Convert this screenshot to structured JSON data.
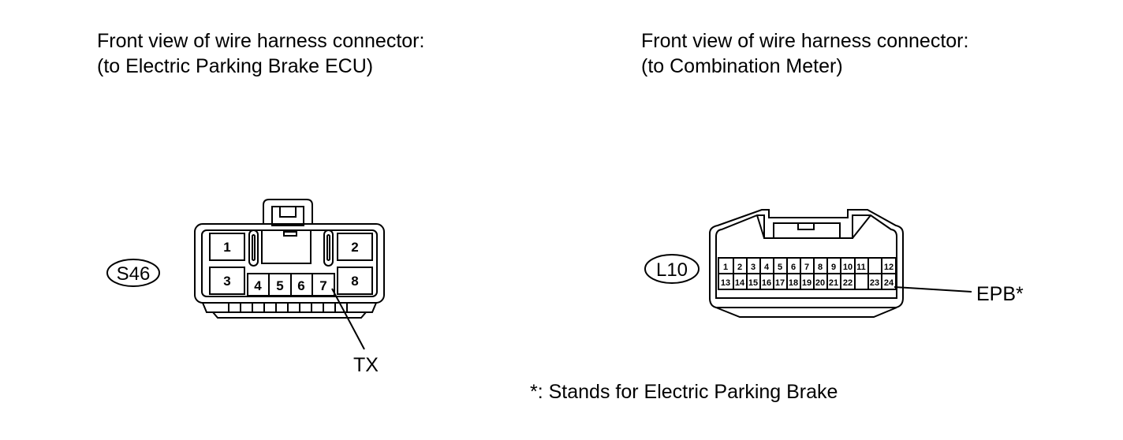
{
  "left": {
    "caption_line1": "Front view of wire harness connector:",
    "caption_line2": "(to Electric Parking Brake ECU)",
    "code": "S46",
    "pins": [
      "1",
      "2",
      "3",
      "4",
      "5",
      "6",
      "7",
      "8"
    ],
    "callout": "TX"
  },
  "right": {
    "caption_line1": "Front view of wire harness connector:",
    "caption_line2": "(to Combination Meter)",
    "code": "L10",
    "pins_top": [
      "1",
      "2",
      "3",
      "4",
      "5",
      "6",
      "7",
      "8",
      "9",
      "10",
      "11",
      "12"
    ],
    "pins_bottom": [
      "13",
      "14",
      "15",
      "16",
      "17",
      "18",
      "19",
      "20",
      "21",
      "22",
      "23",
      "24"
    ],
    "callout": "EPB*"
  },
  "footnote": "*: Stands for Electric Parking Brake"
}
